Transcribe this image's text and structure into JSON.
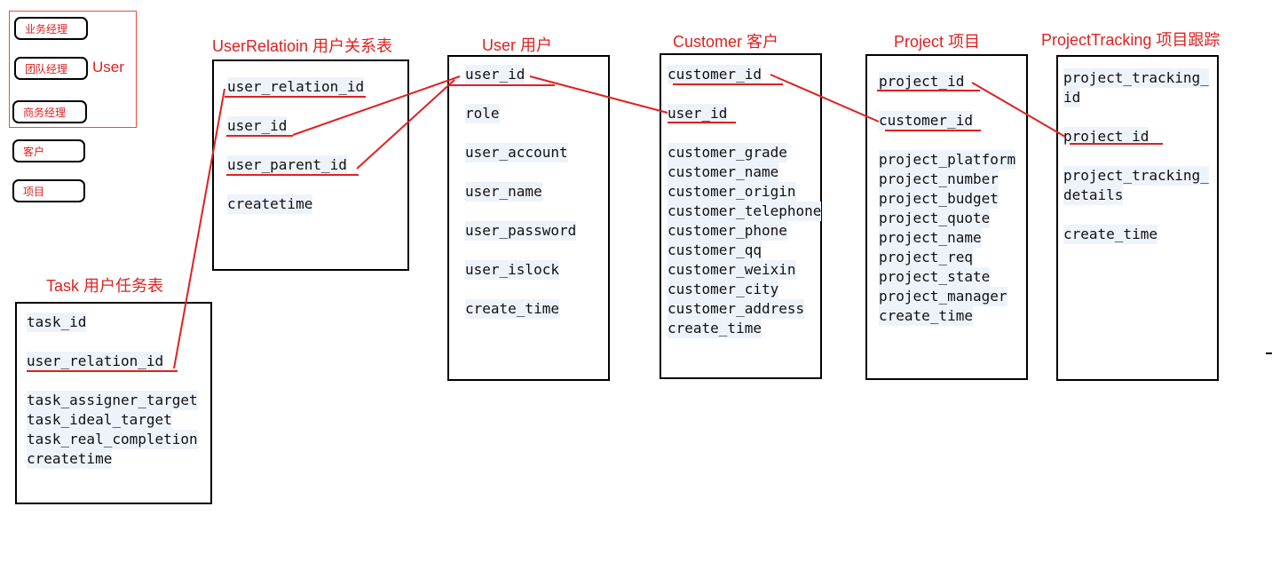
{
  "legend": {
    "items": [
      "业务经理",
      "团队经理",
      "商务经理",
      "客户",
      "项目"
    ],
    "group_label": "User"
  },
  "tables": {
    "task": {
      "title": "Task  用户任务表",
      "fields": [
        "task_id",
        "user_relation_id",
        "task_assigner_target",
        "task_ideal_target",
        "task_real_completion",
        "createtime"
      ]
    },
    "user_relation": {
      "title": "UserRelatioin 用户关系表",
      "fields": [
        "user_relation_id",
        "user_id",
        "user_parent_id",
        "createtime"
      ]
    },
    "user": {
      "title": "User 用户",
      "fields": [
        "user_id",
        "role",
        "user_account",
        "user_name",
        "user_password",
        "user_islock",
        "create_time"
      ]
    },
    "customer": {
      "title": "Customer 客户",
      "fields": [
        "customer_id",
        "user_id",
        "customer_grade",
        "customer_name",
        "customer_origin",
        "customer_telephone",
        "customer_phone",
        "customer_qq",
        "customer_weixin",
        "customer_city",
        "customer_address",
        "create_time"
      ]
    },
    "project": {
      "title": "Project 项目",
      "fields": [
        "project_id",
        "customer_id",
        "project_platform",
        "project_number",
        "project_budget",
        "project_quote",
        "project_name",
        "project_req",
        "project_state",
        "project_manager",
        "create_time"
      ]
    },
    "project_tracking": {
      "title": "ProjectTracking 项目跟踪",
      "fields": [
        "project_tracking_",
        "id",
        "project_id",
        "project_tracking_",
        "details",
        "create_time"
      ]
    }
  },
  "colors": {
    "accent": "#e02020",
    "border": "#000000",
    "field_bg": "#eef3fa"
  }
}
